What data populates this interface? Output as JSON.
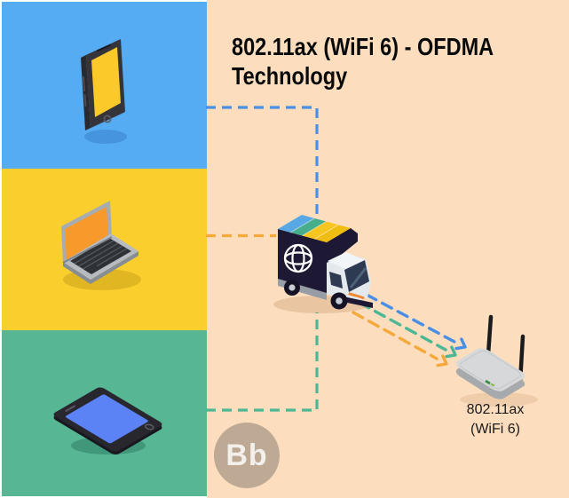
{
  "title": {
    "line1": "802.11ax (WiFi 6) - OFDMA",
    "line2": "Technology"
  },
  "sidebar": {
    "panels": [
      {
        "device": "smartphone",
        "background": "#55ACF3",
        "device_screen_color": "#FBC92A"
      },
      {
        "device": "laptop",
        "background": "#F9CE2D",
        "device_screen_color": "#F7992B"
      },
      {
        "device": "tablet",
        "background": "#57B795",
        "device_screen_color": "#5B83F5"
      }
    ]
  },
  "diagram": {
    "background": "#FCDEBF",
    "truck": {
      "role": "ofdma-data-truck",
      "box_color": "#1D1834",
      "package_colors": [
        "#58A8E6",
        "#47AE8D",
        "#F6C51F",
        "#F0BD13"
      ]
    },
    "router": {
      "label_line1": "802.11ax",
      "label_line2": "(WiFi 6)",
      "body_color": "#D6D8D9"
    },
    "device_links": [
      {
        "from": "smartphone",
        "to": "truck",
        "style": "dashed",
        "color": "#4A8FE4"
      },
      {
        "from": "laptop",
        "to": "truck",
        "style": "dashed",
        "color": "#F5A93B"
      },
      {
        "from": "tablet",
        "to": "truck",
        "style": "dashed",
        "color": "#4DB795"
      }
    ],
    "router_arrows": [
      {
        "position": "top",
        "style": "dashed-arrow",
        "color": "#4A8FE4"
      },
      {
        "position": "middle",
        "style": "dashed-arrow",
        "color": "#4DB795"
      },
      {
        "position": "bottom",
        "style": "dashed-arrow",
        "color": "#F5A93B"
      }
    ]
  },
  "watermark": {
    "label": "Bb",
    "background": "#BEA995"
  }
}
